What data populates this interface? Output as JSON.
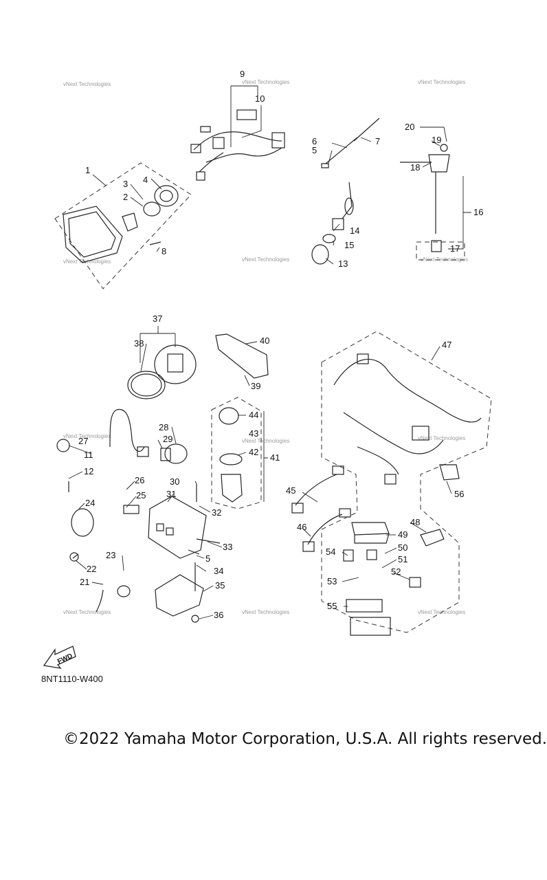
{
  "watermark": "vNext Technologies",
  "diagram_code": "8NT1110-W400",
  "fwd_label": "FWD",
  "copyright": "©2022 Yamaha Motor Corporation, U.S.A. All rights reserved.",
  "callouts": [
    "1",
    "2",
    "3",
    "4",
    "5",
    "6",
    "7",
    "8",
    "9",
    "10",
    "11",
    "12",
    "13",
    "14",
    "15",
    "16",
    "17",
    "18",
    "19",
    "20",
    "21",
    "22",
    "23",
    "24",
    "25",
    "26",
    "27",
    "28",
    "29",
    "30",
    "31",
    "32",
    "33",
    "34",
    "35",
    "36",
    "37",
    "38",
    "39",
    "40",
    "41",
    "42",
    "43",
    "44",
    "45",
    "46",
    "47",
    "48",
    "49",
    "50",
    "51",
    "52",
    "53",
    "54",
    "55",
    "56",
    "5"
  ]
}
